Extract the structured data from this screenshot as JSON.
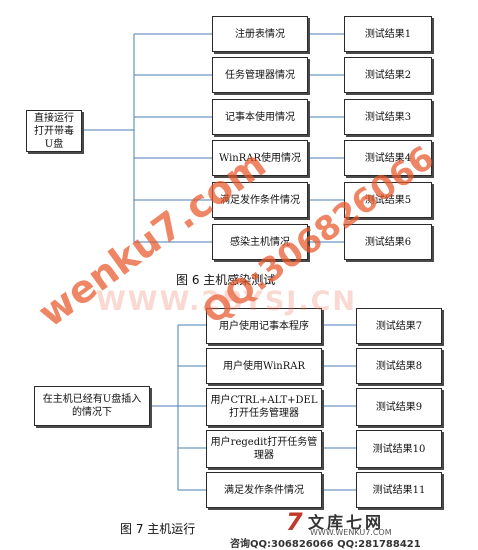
{
  "diagram1": {
    "root": "直接运行打开带毒U盘",
    "items": [
      "注册表情况",
      "任务管理器情况",
      "记事本使用情况",
      "WinRAR使用情况",
      "满足发作条件情况",
      "感染主机情况"
    ],
    "results": [
      "测试结果1",
      "测试结果2",
      "测试结果3",
      "测试结果4",
      "测试结果5",
      "测试结果6"
    ],
    "caption": "图 6  主机感染测试"
  },
  "diagram2": {
    "root": "在主机已经有U盘插入的情况下",
    "items": [
      "用户使用记事本程序",
      "用户使用WinRAR",
      "用户CTRL+ALT+DEL打开任务管理器",
      "用户regedit打开任务管理器",
      "满足发作条件情况"
    ],
    "results": [
      "测试结果7",
      "测试结果8",
      "测试结果9",
      "测试结果10",
      "测试结果11"
    ],
    "caption": "图 7  主机运行"
  },
  "watermarks": {
    "wm1": "wenku7.com",
    "wm2": "QQ:306826066",
    "wm3": "WWW.2BYSJ.CN"
  },
  "footer": {
    "logo_mark": "7",
    "logo_text": "文库七网",
    "logo_url": "WWW.WENKU7.COM",
    "contact": "咨询QQ:306826066  QQ:281788421"
  },
  "colors": {
    "line": "#4a7fb5",
    "border": "#2b2b2b",
    "watermark": "#e8572a"
  }
}
